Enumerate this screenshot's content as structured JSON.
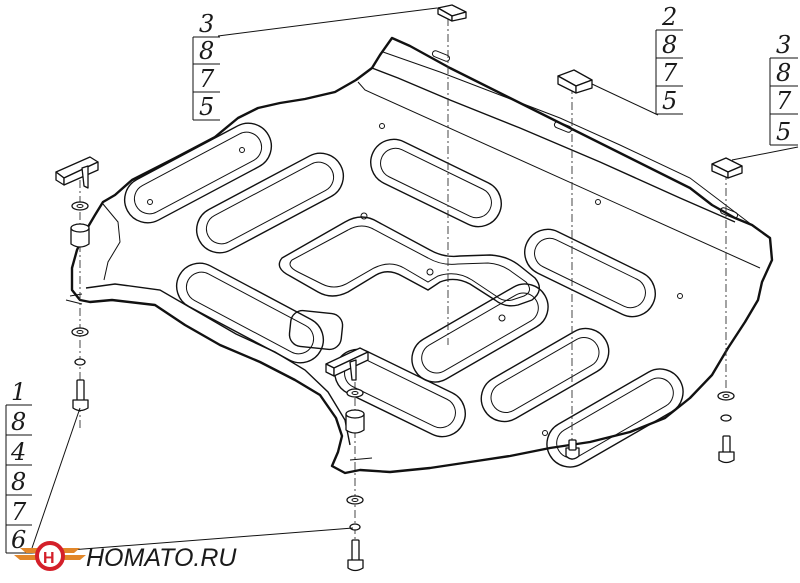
{
  "callouts": [
    {
      "id": "top-left",
      "items": [
        "3",
        "8",
        "7",
        "5"
      ]
    },
    {
      "id": "top-middle",
      "items": [
        "2",
        "8",
        "7",
        "5"
      ]
    },
    {
      "id": "top-right",
      "items": [
        "3",
        "8",
        "7",
        "5"
      ]
    },
    {
      "id": "left",
      "items": [
        "1",
        "8",
        "4",
        "8",
        "7",
        "6"
      ]
    }
  ],
  "watermark": {
    "brand": "HOMATO.RU"
  }
}
